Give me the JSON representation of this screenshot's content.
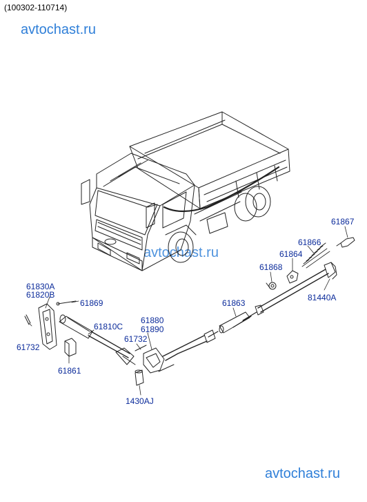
{
  "header": {
    "range": "(100302-110714)"
  },
  "watermarks": {
    "top": "avtochast.ru",
    "middle": "avtochast.ru",
    "bottom": "avtochast.ru"
  },
  "labels": {
    "p61867": "61867",
    "p61866": "61866",
    "p61864": "61864",
    "p61868": "61868",
    "p81440A": "81440A",
    "p61863": "61863",
    "p61830A": "61830A",
    "p61820B": "61820B",
    "p61869": "61869",
    "p61810C": "61810C",
    "p61880": "61880",
    "p61890": "61890",
    "p61732a": "61732",
    "p61732b": "61732",
    "p61861": "61861",
    "p1430AJ": "1430AJ"
  },
  "colors": {
    "label": "#0a2a9a",
    "watermark": "#2f7fd8",
    "line": "#222222"
  }
}
